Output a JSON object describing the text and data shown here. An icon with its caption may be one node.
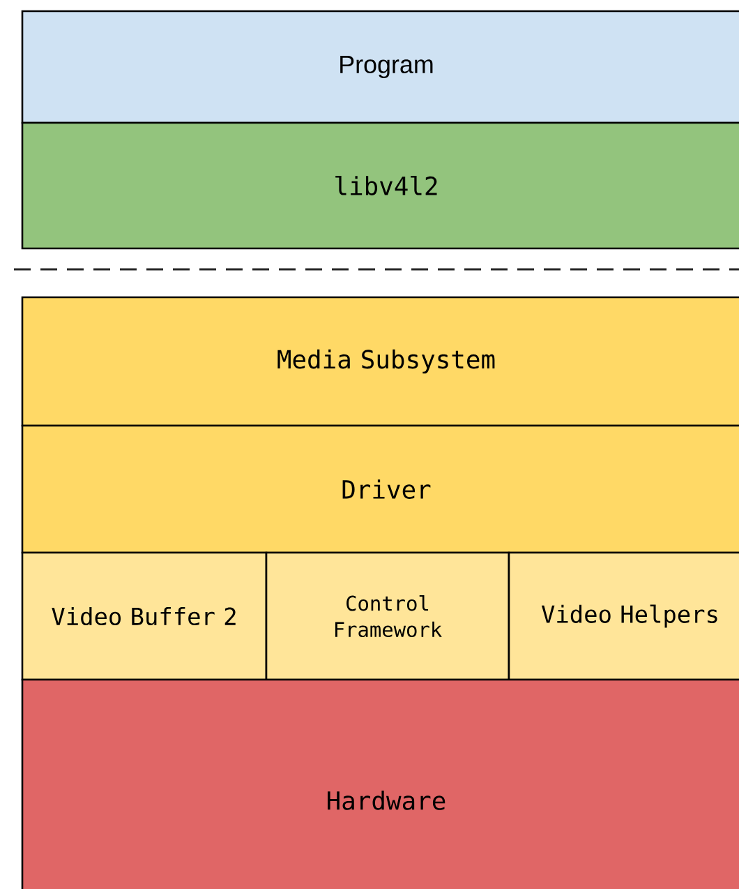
{
  "diagram": {
    "nodes": [
      {
        "text": [
          "Program"
        ]
      },
      {
        "text": [
          "libv4l2"
        ]
      },
      {
        "text": [
          "Media Subsystem"
        ]
      },
      {
        "text": [
          "Driver"
        ]
      },
      {
        "text": [
          "Video Buffer 2"
        ]
      },
      {
        "text": [
          "Control Framework"
        ]
      },
      {
        "text": [
          "Video Helpers"
        ]
      },
      {
        "text": [
          "Hardware"
        ]
      }
    ]
  }
}
